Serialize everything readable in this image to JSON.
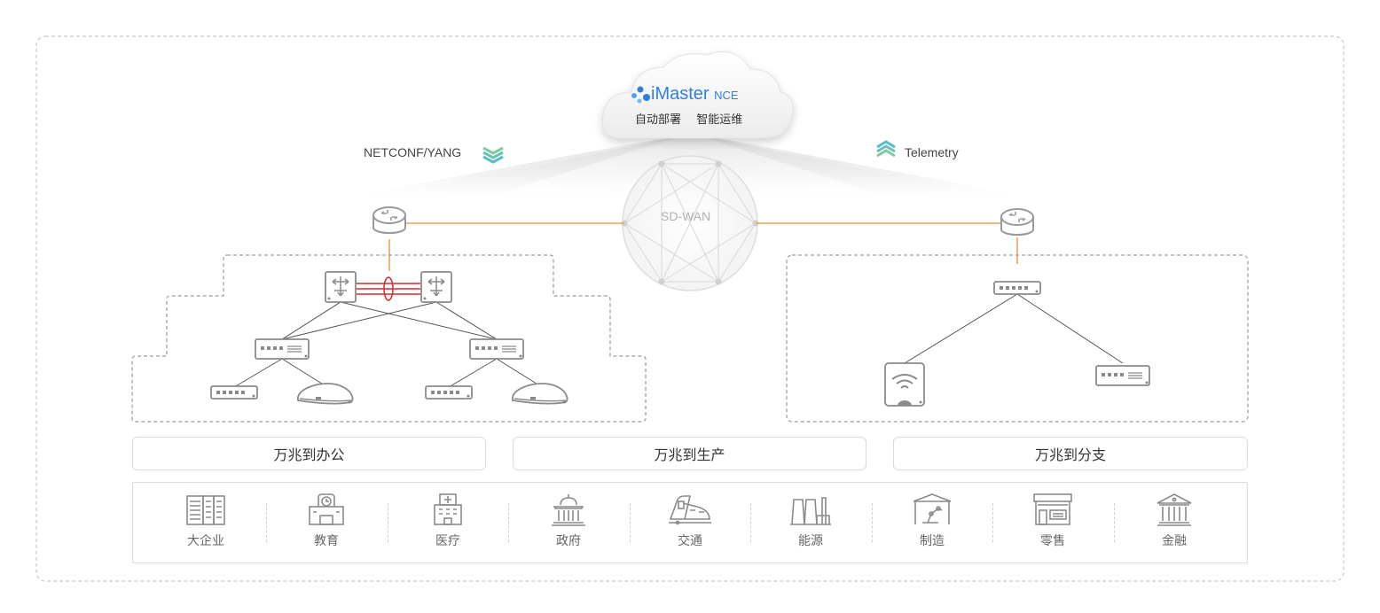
{
  "cloud": {
    "brand_prefix": "iMaster",
    "brand_suffix": "NCE",
    "caption_left": "自动部署",
    "caption_right": "智能运维"
  },
  "protocols": {
    "left": "NETCONF/YANG",
    "right": "Telemetry"
  },
  "wan_label": "SD-WAN",
  "scenarios": [
    "万兆到办公",
    "万兆到生产",
    "万兆到分支"
  ],
  "industries": [
    {
      "label": "大企业",
      "icon": "building-icon"
    },
    {
      "label": "教育",
      "icon": "school-icon"
    },
    {
      "label": "医疗",
      "icon": "hospital-icon"
    },
    {
      "label": "政府",
      "icon": "government-icon"
    },
    {
      "label": "交通",
      "icon": "train-icon"
    },
    {
      "label": "能源",
      "icon": "factory-icon"
    },
    {
      "label": "制造",
      "icon": "robot-arm-icon"
    },
    {
      "label": "零售",
      "icon": "store-icon"
    },
    {
      "label": "金融",
      "icon": "bank-icon"
    }
  ],
  "colors": {
    "brand_blue": "#2f7fe0",
    "uplink_orange": "#f0a25a",
    "lag_red": "#d42a2a",
    "device_gray": "#9a9a9a",
    "protocol_green": "#7ccba6",
    "protocol_teal": "#58bcc4"
  }
}
